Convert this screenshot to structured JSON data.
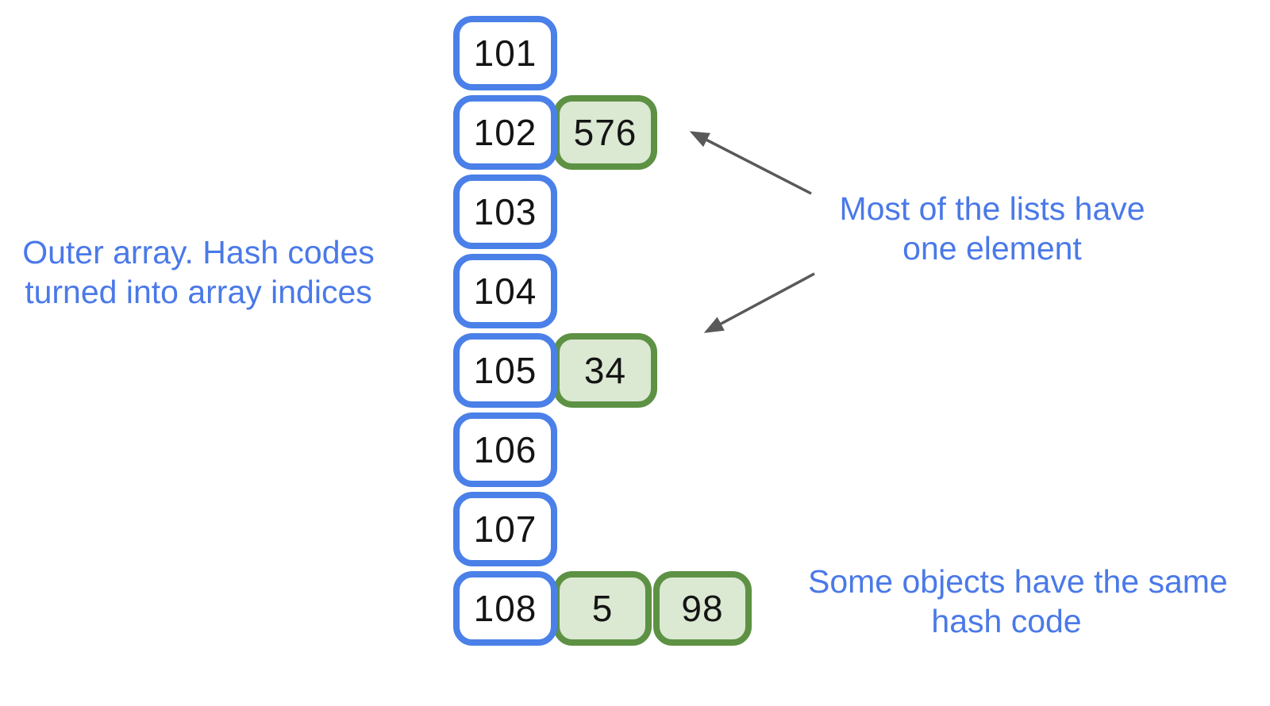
{
  "colors": {
    "background": "#ffffff",
    "array_border": "#4a80e8",
    "bucket_border": "#5d9144",
    "bucket_fill": "#dbe8d2",
    "note_text": "#4a79e8",
    "arrow": "#595959",
    "cell_text": "#141414"
  },
  "array": {
    "rows": [
      {
        "index": "101",
        "buckets": []
      },
      {
        "index": "102",
        "buckets": [
          "576"
        ]
      },
      {
        "index": "103",
        "buckets": []
      },
      {
        "index": "104",
        "buckets": []
      },
      {
        "index": "105",
        "buckets": [
          "34"
        ]
      },
      {
        "index": "106",
        "buckets": []
      },
      {
        "index": "107",
        "buckets": []
      },
      {
        "index": "108",
        "buckets": [
          "5",
          "98"
        ]
      }
    ]
  },
  "notes": {
    "outer_array": {
      "line1": "Outer array. Hash codes",
      "line2": "turned into array indices"
    },
    "single_element": {
      "line1": "Most of the lists have",
      "line2": "one element"
    },
    "collision": {
      "line1": "Some objects have the same",
      "line2": "hash code"
    }
  }
}
